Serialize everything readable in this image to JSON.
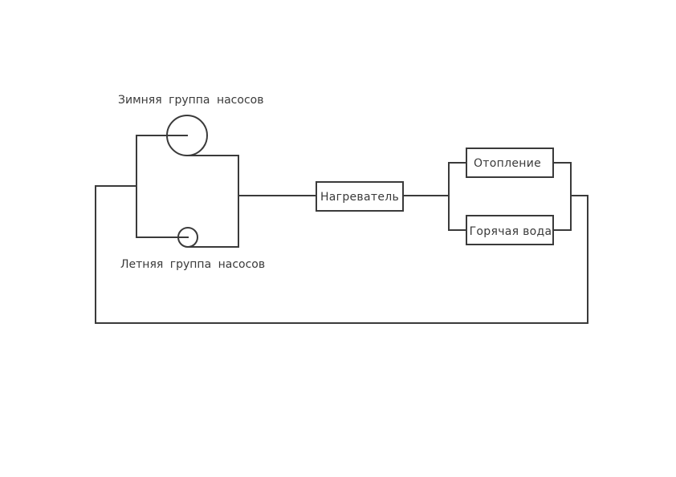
{
  "diagram": {
    "winter_pumps_label": "Зимняя группа насосов",
    "summer_pumps_label": "Летняя группа насосов",
    "heater_label": "Нагреватель",
    "heating_label": "Отопление",
    "hot_water_label": "Горячая вода",
    "line_color": "#3a3a3a"
  }
}
